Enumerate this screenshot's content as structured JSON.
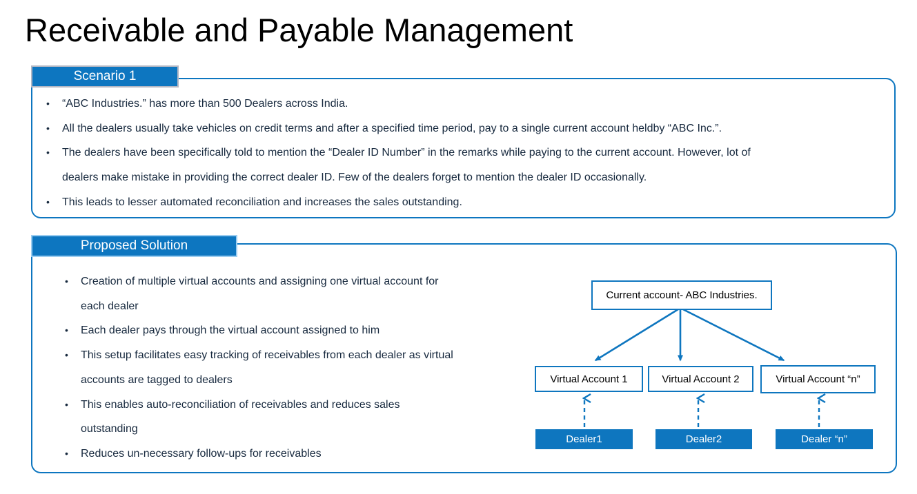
{
  "page": {
    "title": "Receivable and Payable Management"
  },
  "colors": {
    "accent_blue": "#0e76bf",
    "panel_border_blue": "#0d76c0",
    "body_text_dark_navy": "#17293e",
    "scenario_tab_border_gray": "#b2b7c4",
    "solution_tab_border_lightblue": "#9ccdf0"
  },
  "scenario": {
    "tab_label": "Scenario 1",
    "bullets": [
      "“ABC Industries.” has more than 500 Dealers across India.",
      "All the dealers usually take vehicles on credit terms and after a specified time period, pay to a single current account heldby “ABC Inc.”.",
      "The dealers have been specifically told to mention the “Dealer ID Number” in the remarks while paying to the current account. However, lot of\ndealers make mistake in providing the correct dealer ID. Few of the dealers forget to mention the dealer ID occasionally.",
      "This leads to lesser automated reconciliation and increases the sales outstanding."
    ]
  },
  "solution": {
    "tab_label": "Proposed Solution",
    "bullets": [
      "Creation of multiple virtual accounts and assigning one virtual account for\neach dealer",
      "Each dealer pays through the virtual account assigned to him",
      "This setup facilitates easy tracking of receivables from each dealer as virtual\naccounts are tagged to dealers",
      "This enables auto-reconciliation of receivables and reduces sales\noutstanding",
      "Reduces un-necessary follow-ups for receivables"
    ]
  },
  "diagram": {
    "root_box_label": "Current account- ABC Industries.",
    "virtual_accounts": [
      "Virtual Account 1",
      "Virtual Account 2",
      "Virtual Account “n”"
    ],
    "dealers": [
      "Dealer1",
      "Dealer2",
      "Dealer “n”"
    ]
  }
}
